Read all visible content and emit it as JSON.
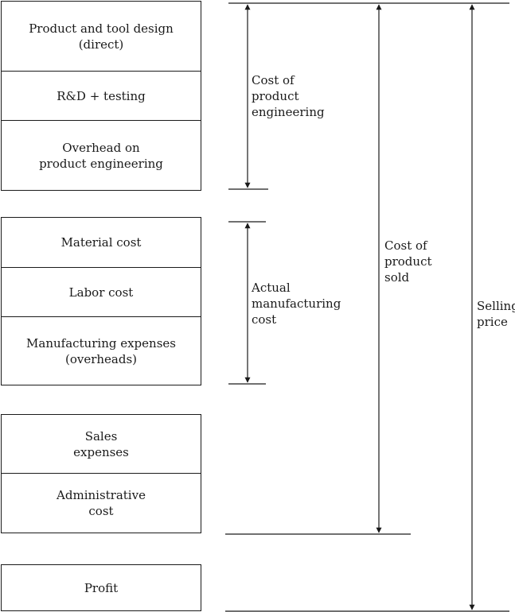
{
  "blocks": {
    "engineering": [
      "Product and tool design\n(direct)",
      "R&D + testing",
      "Overhead on\nproduct engineering"
    ],
    "manufacturing": [
      "Material cost",
      "Labor cost",
      "Manufacturing expenses\n(overheads)"
    ],
    "selling": [
      "Sales\nexpenses",
      "Administrative\ncost"
    ],
    "profit": [
      "Profit"
    ]
  },
  "dimensions": {
    "cost_of_product_engineering": "Cost of\nproduct\nengineering",
    "actual_manufacturing_cost": "Actual\nmanufacturing\ncost",
    "cost_of_product_sold": "Cost of\nproduct\nsold",
    "selling_price": "Selling\nprice"
  }
}
